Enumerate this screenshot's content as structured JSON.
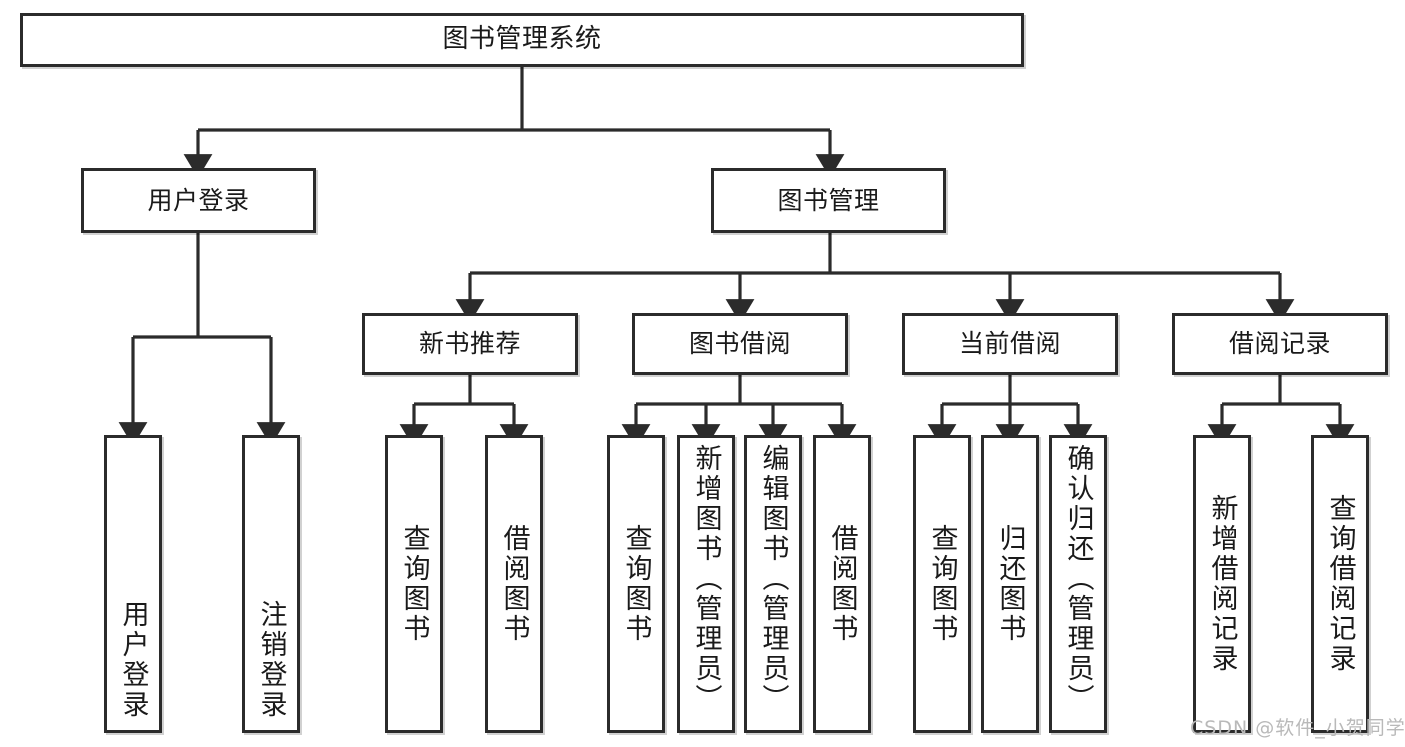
{
  "diagram": {
    "title": "图书管理系统",
    "type": "tree-hierarchy-diagram",
    "colors": {
      "box_border": "#2b2b2b",
      "box_fill": "#ffffff",
      "connector": "#2b2b2b",
      "background": "#ffffff",
      "watermark": "#b9b9b9"
    },
    "root": {
      "label": "图书管理系统"
    },
    "level1": [
      {
        "label": "用户登录"
      },
      {
        "label": "图书管理"
      }
    ],
    "level2": [
      {
        "label": "新书推荐"
      },
      {
        "label": "图书借阅"
      },
      {
        "label": "当前借阅"
      },
      {
        "label": "借阅记录"
      }
    ],
    "leaves_user_login": [
      {
        "label": "用户登录"
      },
      {
        "label": "注销登录"
      }
    ],
    "leaves_new_book": [
      {
        "label": "查询图书"
      },
      {
        "label": "借阅图书"
      }
    ],
    "leaves_borrow": [
      {
        "label": "查询图书"
      },
      {
        "label": "新增图书（管理员）"
      },
      {
        "label": "编辑图书（管理员）"
      },
      {
        "label": "借阅图书"
      }
    ],
    "leaves_current": [
      {
        "label": "查询图书"
      },
      {
        "label": "归还图书"
      },
      {
        "label": "确认归还（管理员）"
      }
    ],
    "leaves_records": [
      {
        "label": "新增借阅记录"
      },
      {
        "label": "查询借阅记录"
      }
    ]
  },
  "watermark": {
    "text": "CSDN @软件_小贺同学"
  }
}
